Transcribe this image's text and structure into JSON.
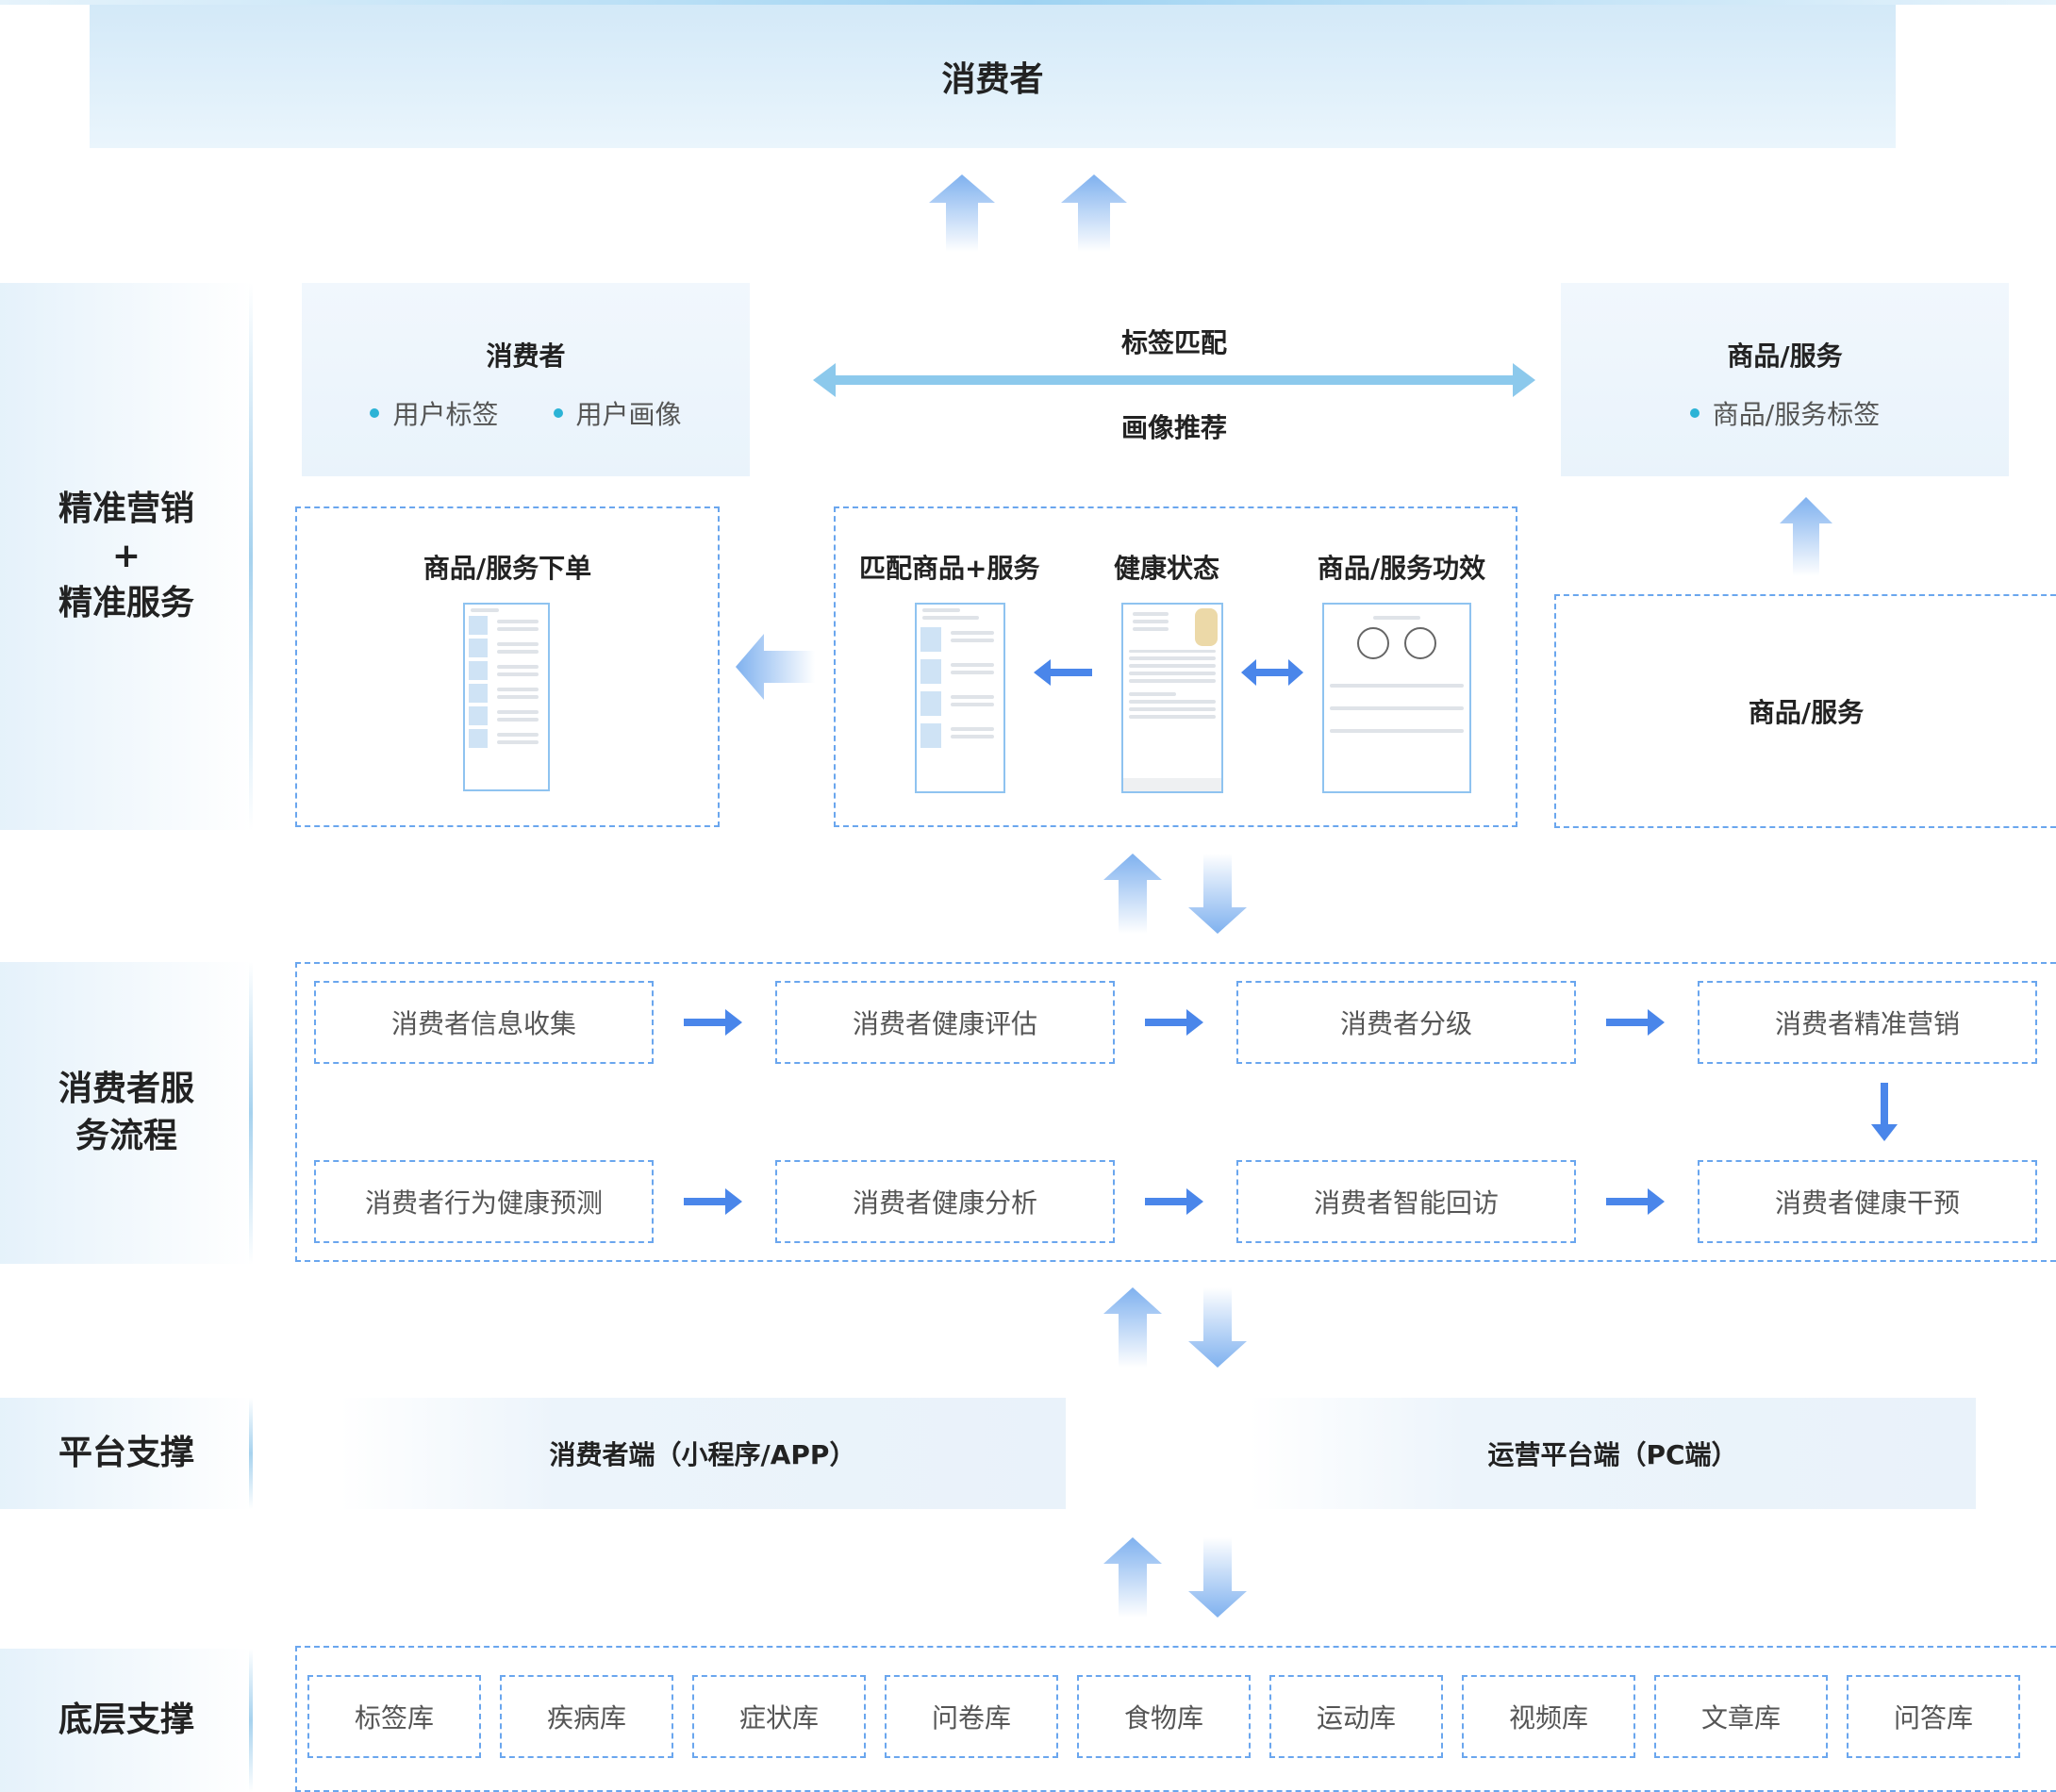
{
  "top": {
    "consumer": "消费者"
  },
  "sections": {
    "marketing": [
      "精准营销",
      "+",
      "精准服务"
    ],
    "process": [
      "消费者服",
      "务流程"
    ],
    "platform": "平台支撑",
    "base": "底层支撑"
  },
  "match": {
    "consumer_title": "消费者",
    "consumer_tags": [
      "用户标签",
      "用户画像"
    ],
    "center_top": "标签匹配",
    "center_bottom": "画像推荐",
    "product_title": "商品/服务",
    "product_tags": [
      "商品/服务标签"
    ]
  },
  "order": {
    "title": "商品/服务下单"
  },
  "middle": {
    "matched": "匹配商品+服务",
    "health": "健康状态",
    "efficacy": "商品/服务功效"
  },
  "product_box": {
    "label": "商品/服务"
  },
  "flow": {
    "row1": [
      "消费者信息收集",
      "消费者健康评估",
      "消费者分级",
      "消费者精准营销"
    ],
    "row2": [
      "消费者行为健康预测",
      "消费者健康分析",
      "消费者智能回访",
      "消费者健康干预"
    ]
  },
  "platform": {
    "consumer_end": "消费者端（小程序/APP）",
    "ops_end": "运营平台端（PC端）"
  },
  "libraries": [
    "标签库",
    "疾病库",
    "症状库",
    "问卷库",
    "食物库",
    "运动库",
    "视频库",
    "文章库",
    "问答库"
  ],
  "colors": {
    "accent": "#4a86ea",
    "dash": "#6aa6ee",
    "band": "#d3e9f8"
  }
}
